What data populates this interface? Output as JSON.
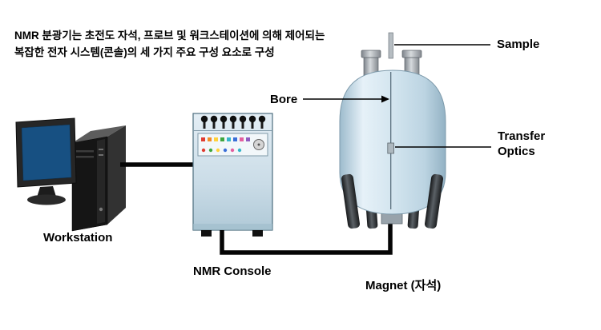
{
  "description": {
    "line1": "NMR 분광기는 초전도 자석, 프로브 및 워크스테이션에 의해 제어되는",
    "line2": "복잡한 전자 시스템(콘솔)의 세 가지 주요 구성 요소로 구성"
  },
  "labels": {
    "sample": "Sample",
    "bore": "Bore",
    "transfer_line1": "Transfer",
    "transfer_line2": "Optics",
    "workstation": "Workstation",
    "console": "NMR Console",
    "magnet": "Magnet (자석)"
  },
  "colors": {
    "background": "#ffffff",
    "line": "#000000",
    "monitor_screen": "#175082",
    "magnet_body_light": "#e6f1f8",
    "magnet_body_dark": "#9dbbcd",
    "console_body_light": "#e4eef5",
    "console_body_dark": "#b0c9d7",
    "indicator_lights_row1": [
      "#e03c31",
      "#f28c28",
      "#ffd23c",
      "#3fa63f",
      "#35b5c9",
      "#3a6fd9",
      "#e35fa0",
      "#8f5bbf"
    ],
    "indicator_lights_row2": [
      "#e03c31",
      "#3fa63f",
      "#ffd23c",
      "#3a6fd9",
      "#e35fa0",
      "#35b5c9"
    ]
  }
}
